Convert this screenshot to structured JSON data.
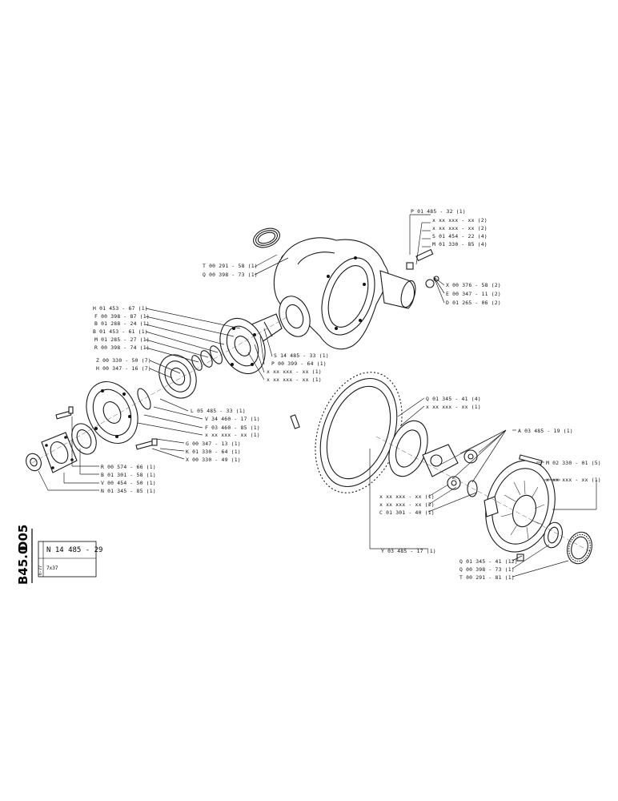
{
  "title_block": {
    "side_code_top": "D05",
    "side_code_bottom": "B45.0",
    "drawing_number": "N 14 485 - 29",
    "small_note": "6-77",
    "ratio": "7x37"
  },
  "labels": [
    {
      "id": "l1",
      "text": "P 01 485 - 32 (1)"
    },
    {
      "id": "l2",
      "text": "x xx xxx - xx (2)"
    },
    {
      "id": "l3",
      "text": "x xx xxx - xx (2)"
    },
    {
      "id": "l4",
      "text": "S 01 454 - 22 (4)"
    },
    {
      "id": "l5",
      "text": "M 01 330 - 85 (4)"
    },
    {
      "id": "l6",
      "text": "T 00 291 - 58 (1)"
    },
    {
      "id": "l7",
      "text": "Q 00 398 - 73 (1)"
    },
    {
      "id": "l8",
      "text": "X 00 376 - 58 (2)"
    },
    {
      "id": "l9",
      "text": "E 00 347 - 11 (2)"
    },
    {
      "id": "l10",
      "text": "D 01 265 - 06 (2)"
    },
    {
      "id": "l11",
      "text": "H 01 453 - 67 (1)"
    },
    {
      "id": "l12",
      "text": "F 00 398 - 87 (1)"
    },
    {
      "id": "l13",
      "text": "B 01 288 - 24 (1)"
    },
    {
      "id": "l14",
      "text": "B 01 453 - 61 (1)"
    },
    {
      "id": "l15",
      "text": "M 01 285 - 27 (1)"
    },
    {
      "id": "l16",
      "text": "R 00 398 - 74 (1)"
    },
    {
      "id": "l17",
      "text": "Z 00 330 - 50 (7)"
    },
    {
      "id": "l18",
      "text": "H 00 347 - 16 (7)"
    },
    {
      "id": "l19",
      "text": "S 14 485 - 33 (1)"
    },
    {
      "id": "l20",
      "text": "P 00 399 - 64 (1)"
    },
    {
      "id": "l21",
      "text": "x xx xxx - xx (1)"
    },
    {
      "id": "l22",
      "text": "x xx xxx - xx (1)"
    },
    {
      "id": "l23",
      "text": "L 05 485 - 33 (1)"
    },
    {
      "id": "l24",
      "text": "V 34 460 - 17 (1)"
    },
    {
      "id": "l25",
      "text": "F 03 460 - 85 (1)"
    },
    {
      "id": "l26",
      "text": "x xx xxx - xx (1)"
    },
    {
      "id": "l27",
      "text": "G 00 347 - 13 (1)"
    },
    {
      "id": "l28",
      "text": "K 01 330 - 64 (1)"
    },
    {
      "id": "l29",
      "text": "X 00 330 - 49 (1)"
    },
    {
      "id": "l30",
      "text": "Q 01 345 - 41 (4)"
    },
    {
      "id": "l31",
      "text": "x xx xxx - xx (1)"
    },
    {
      "id": "l32",
      "text": "A 03 485 - 19 (1)"
    },
    {
      "id": "l33",
      "text": "M 02 330 - 01 (5)"
    },
    {
      "id": "l34",
      "text": "x xx xxx - xx (1)"
    },
    {
      "id": "l35",
      "text": "R 00 574 - 66 (1)"
    },
    {
      "id": "l36",
      "text": "B 01 301 - 58 (1)"
    },
    {
      "id": "l37",
      "text": "V 00 454 - 50 (1)"
    },
    {
      "id": "l38",
      "text": "N 01 345 - 85 (1)"
    },
    {
      "id": "l39",
      "text": "x xx xxx - xx (1)"
    },
    {
      "id": "l40",
      "text": "x xx xxx - xx (2)"
    },
    {
      "id": "l41",
      "text": "C 01 301 - 40 (1)"
    },
    {
      "id": "l42",
      "text": "Y 03 485 - 17 (1)"
    },
    {
      "id": "l43",
      "text": "Q 01 345 - 41 (12)"
    },
    {
      "id": "l44",
      "text": "Q 00 398 - 73 (1)"
    },
    {
      "id": "l45",
      "text": "T 00 291 - 81 (1)"
    }
  ]
}
